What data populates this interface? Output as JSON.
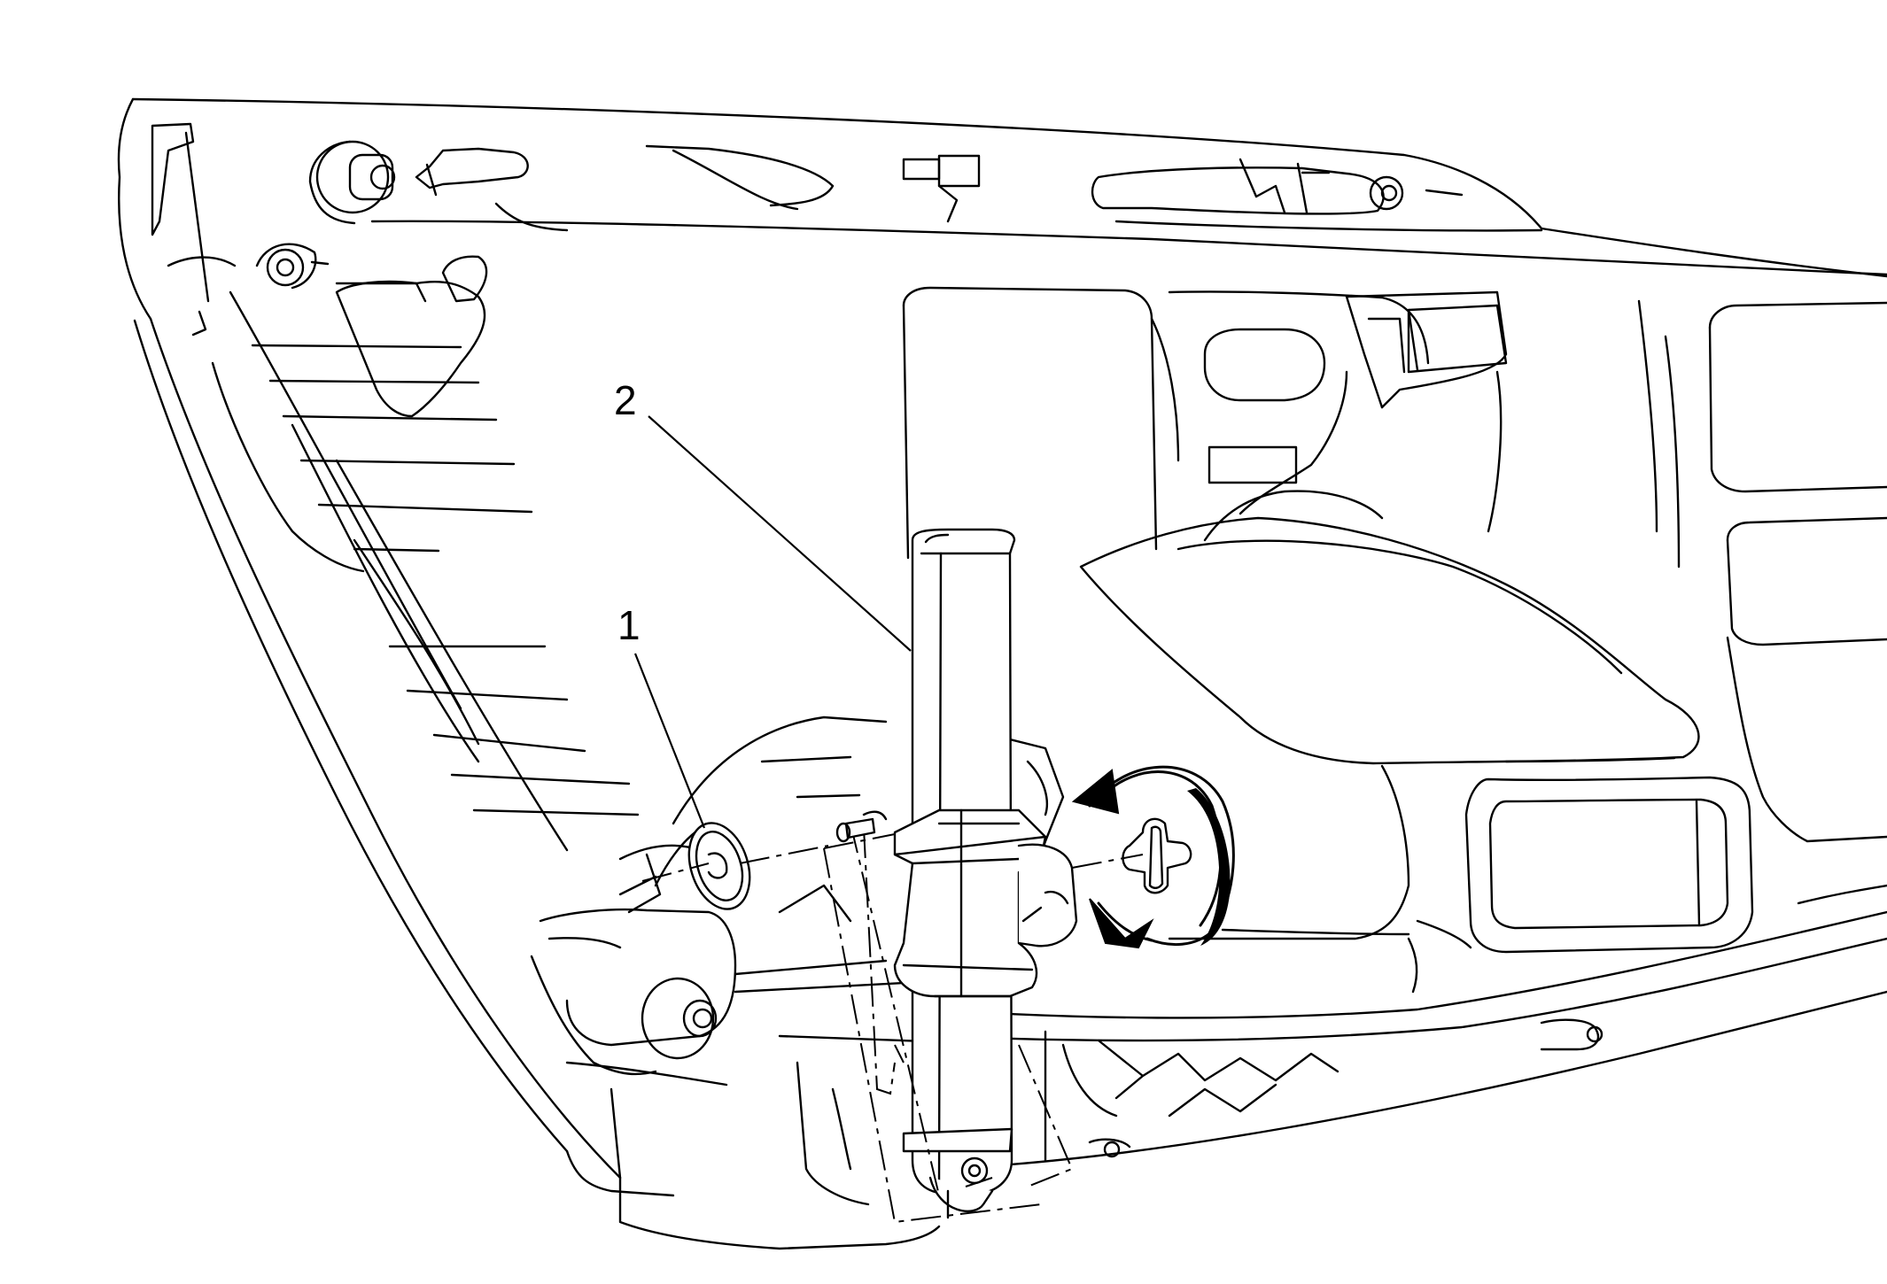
{
  "callouts": [
    {
      "id": "1",
      "label": "1"
    },
    {
      "id": "2",
      "label": "2"
    }
  ],
  "icons": {
    "rotation": "clockwise-rotation-arrow-icon"
  }
}
